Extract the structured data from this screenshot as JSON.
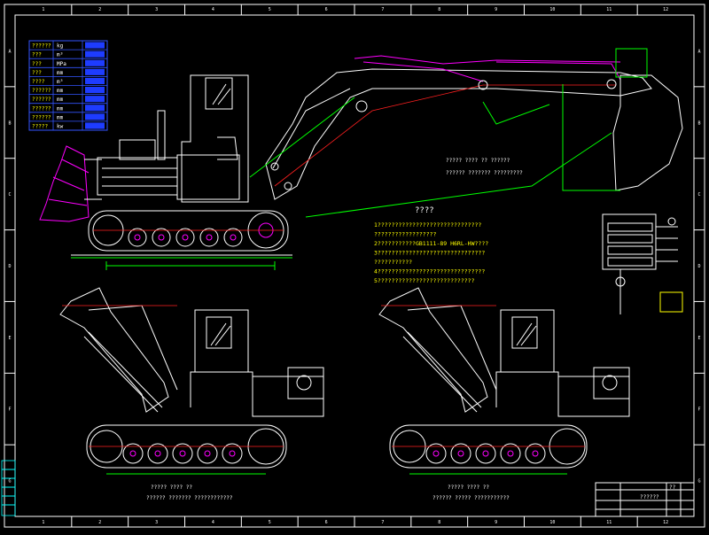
{
  "drawing": {
    "colors": {
      "background": "#000000",
      "line": "#ffffff",
      "accent": "#ff00ff",
      "dimension": "#00ff00",
      "center": "#ff2020",
      "note": "#ffff00",
      "table": "#0000ff"
    },
    "zone_columns": [
      "1",
      "2",
      "3",
      "4",
      "5",
      "6",
      "7",
      "8",
      "9",
      "10",
      "11",
      "12"
    ],
    "zone_rows": [
      "A",
      "B",
      "C",
      "D",
      "E",
      "F",
      "G"
    ]
  },
  "spec_table": {
    "rows": [
      {
        "name": "??????",
        "unit": "kg"
      },
      {
        "name": "???",
        "unit": "m³"
      },
      {
        "name": "???",
        "unit": "MPa"
      },
      {
        "name": "???",
        "unit": "mm"
      },
      {
        "name": "????",
        "unit": "m³"
      },
      {
        "name": "??????",
        "unit": "mm"
      },
      {
        "name": "??????",
        "unit": "mm"
      },
      {
        "name": "??????",
        "unit": "mm"
      },
      {
        "name": "??????",
        "unit": "mm"
      },
      {
        "name": "?????",
        "unit": "kw"
      }
    ]
  },
  "views": {
    "main_caption_1": "?????   ????  ??   ??????",
    "main_caption_2": "??????    ???????   ?????????",
    "bottom_left_caption_1": "?????    ???? ??",
    "bottom_left_caption_2": "??????   ???????   ????????????",
    "bottom_right_caption_1": "?????    ???? ??",
    "bottom_right_caption_2": "??????    ?????   ???????????"
  },
  "notes": {
    "title": "????",
    "lines": [
      "1??????????????????????????????",
      "   ??????????????????",
      "2???????????GB1111-89 H6RL-HW????",
      "3???????????????????????????????",
      "   ???????????",
      "4???????????????????????????????",
      "5????????????????????????????"
    ]
  },
  "title_block": {
    "title": "??????",
    "code": "??"
  }
}
